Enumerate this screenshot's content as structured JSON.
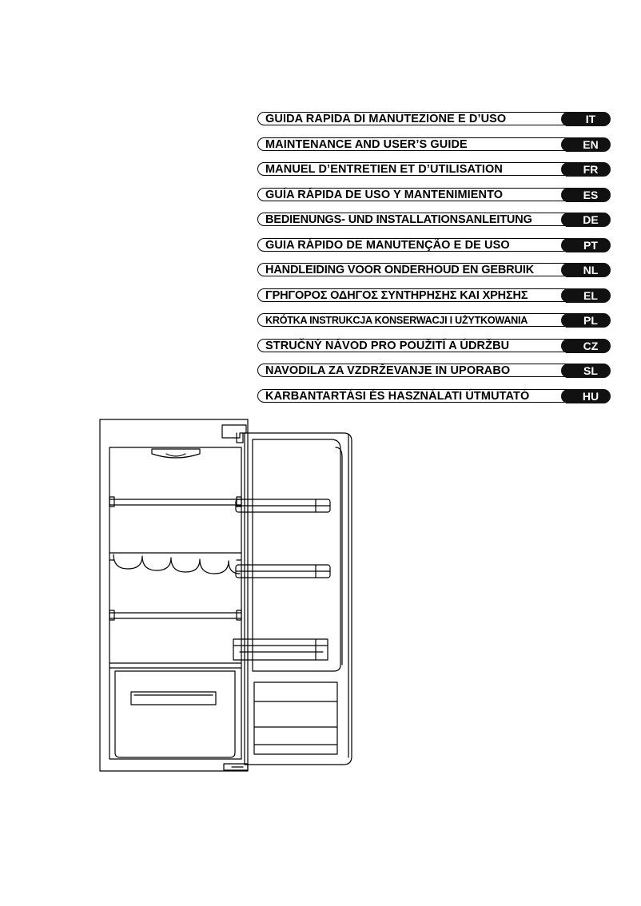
{
  "guides": [
    {
      "title": "GUIDA RAPIDA DI MANUTEZIONE E D’USO",
      "code": "IT"
    },
    {
      "title": "MAINTENANCE AND USER’S GUIDE",
      "code": "EN"
    },
    {
      "title": "MANUEL D’ENTRETIEN ET D’UTILISATION",
      "code": "FR"
    },
    {
      "title": "GUÍA RÁPIDA DE USO Y MANTENIMIENTO",
      "code": "ES"
    },
    {
      "title": "BEDIENUNGS- UND INSTALLATIONSANLEITUNG",
      "code": "DE"
    },
    {
      "title": "GUIA RÁPIDO DE MANUTENÇÃO E DE USO",
      "code": "PT"
    },
    {
      "title": "HANDLEIDING VOOR ONDERHOUD EN GEBRUIK",
      "code": "NL"
    },
    {
      "title": "ΓΡΗΓΟΡΟΣ ΟΔΗΓΟΣ ΣΥΝΤΗΡΗΣΗΣ ΚΑΙ ΧΡΗΣΗΣ",
      "code": "EL"
    },
    {
      "title": "KRÓTKA INSTRUKCJA KONSERWACJI I UŻYTKOWANIA",
      "code": "PL"
    },
    {
      "title": "STRUČNÝ NÁVOD PRO POUŽITÍ A ÚDRŽBU",
      "code": "CZ"
    },
    {
      "title": "NAVODILA ZA VZDRŽEVANJE IN UPORABO",
      "code": "SL"
    },
    {
      "title": "KARBANTARTÁSI ÉS HASZNÁLATI ÚTMUTATÓ",
      "code": "HU"
    }
  ],
  "illustration": {
    "icon": "refrigerator-icon"
  }
}
